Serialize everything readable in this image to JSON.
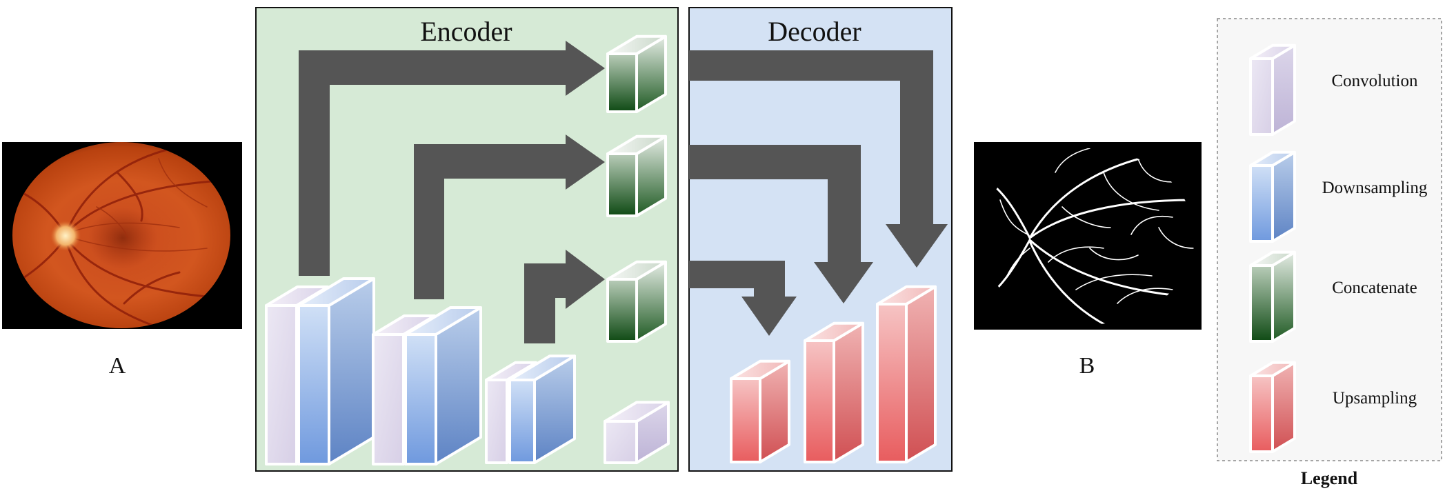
{
  "labels": {
    "input_image": "A",
    "output_image": "B"
  },
  "encoder": {
    "title": "Encoder",
    "bg_color": "#d6ead6"
  },
  "decoder": {
    "title": "Decoder",
    "bg_color": "#d4e2f4"
  },
  "legend": {
    "title": "Legend",
    "items": [
      {
        "label": "Convolution",
        "color": "#c7c4de"
      },
      {
        "label": "Downsampling",
        "color": "#8fb0e0"
      },
      {
        "label": "Concatenate",
        "color": "#1f5a23"
      },
      {
        "label": "Upsampling",
        "color": "#e8686a"
      }
    ]
  },
  "colors": {
    "arrow": "#555555",
    "conv": "#c7c4de",
    "down": "#8fb0e0",
    "concat": "#1f5a23",
    "up": "#e8686a"
  }
}
